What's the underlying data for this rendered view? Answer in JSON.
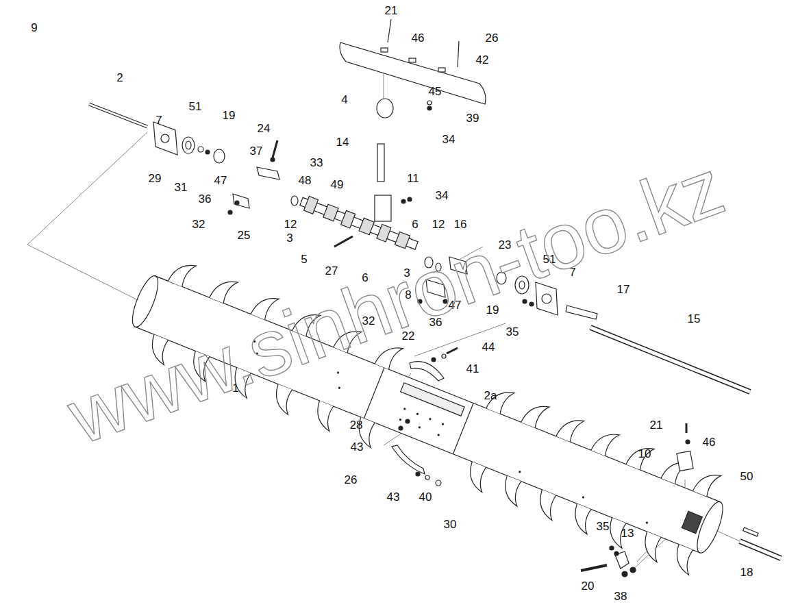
{
  "diagram": {
    "labels": [
      "21",
      "9",
      "46",
      "26",
      "42",
      "2",
      "4",
      "45",
      "39",
      "7",
      "51",
      "19",
      "14",
      "34",
      "24",
      "37",
      "33",
      "48",
      "29",
      "31",
      "47",
      "11",
      "49",
      "34",
      "36",
      "32",
      "12",
      "6",
      "12",
      "16",
      "25",
      "3",
      "23",
      "5",
      "27",
      "6",
      "3",
      "51",
      "7",
      "8",
      "47",
      "17",
      "32",
      "36",
      "19",
      "35",
      "15",
      "22",
      "44",
      "41",
      "1",
      "2a",
      "28",
      "21",
      "46",
      "43",
      "10",
      "26",
      "43",
      "40",
      "50",
      "30",
      "35",
      "13",
      "18",
      "20",
      "38",
      "www.sinhron-too.kz"
    ]
  }
}
